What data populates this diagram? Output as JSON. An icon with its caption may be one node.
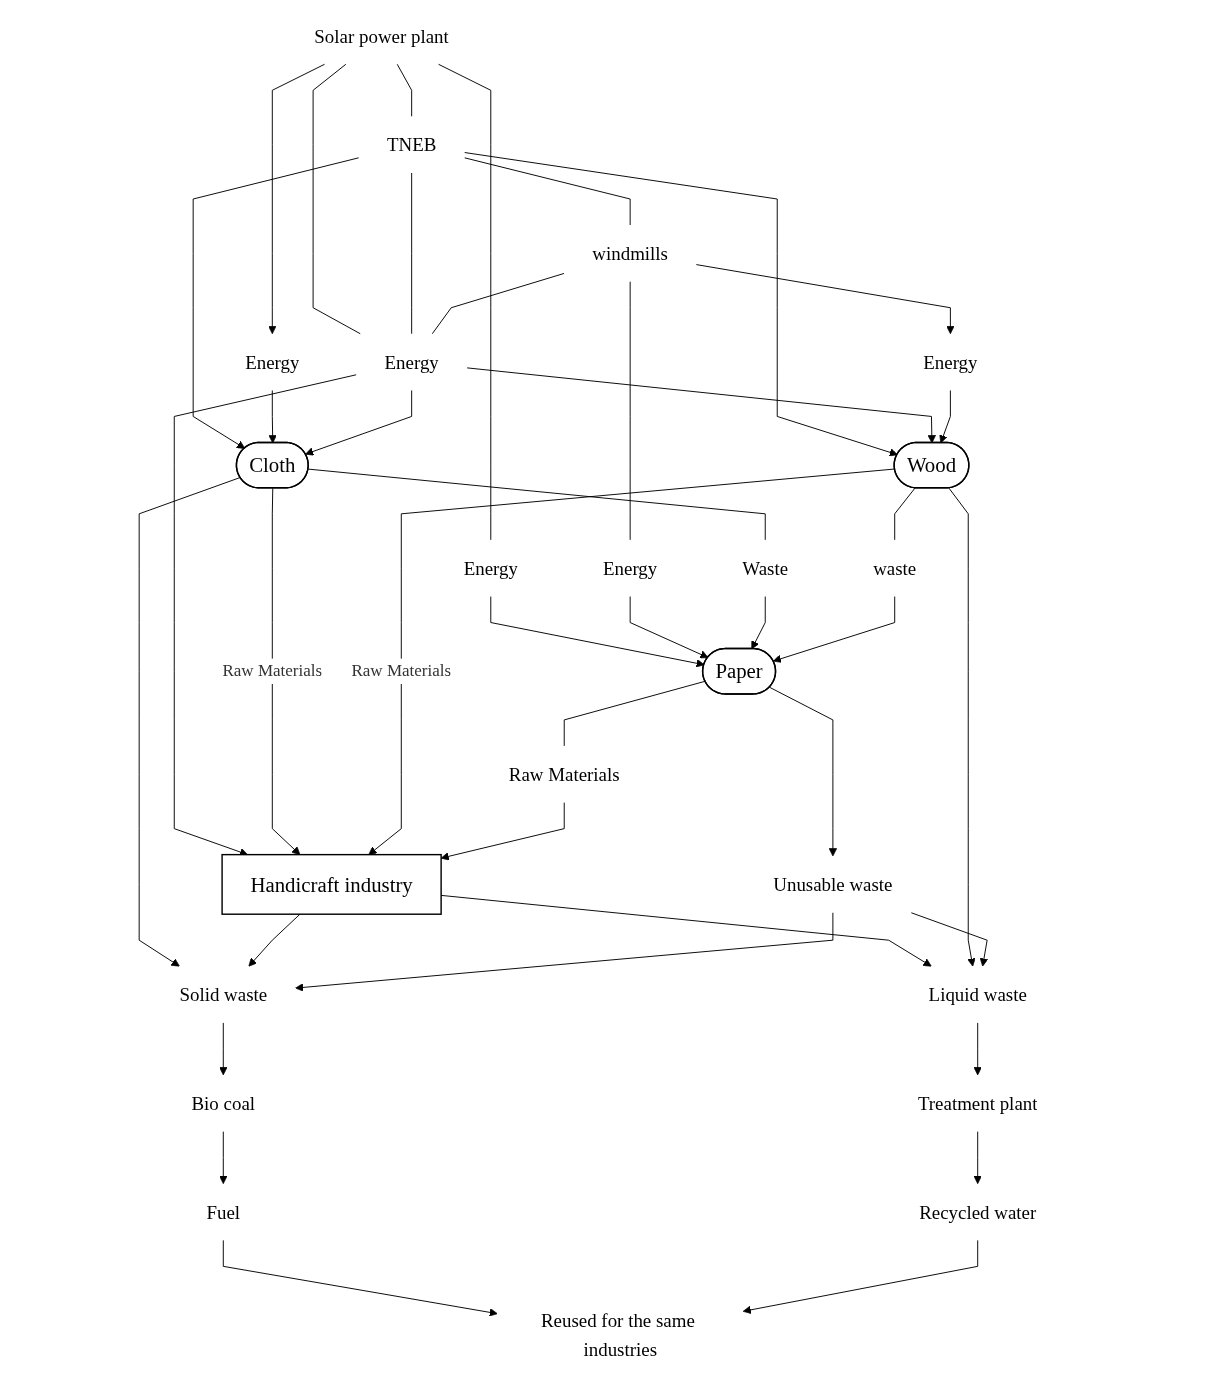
{
  "diagram": {
    "nodes": [
      {
        "text": [
          "Solar power plant"
        ]
      },
      {
        "text": [
          "TNEB"
        ]
      },
      {
        "text": [
          "windmills"
        ]
      },
      {
        "text": [
          "Energy"
        ]
      },
      {
        "text": [
          "Energy"
        ]
      },
      {
        "text": [
          "Energy"
        ]
      },
      {
        "text": [
          "Energy"
        ]
      },
      {
        "text": [
          "Energy"
        ]
      },
      {
        "text": [
          "Cloth"
        ]
      },
      {
        "text": [
          "Handicraft industry"
        ]
      },
      {
        "text": [
          "Wood"
        ]
      },
      {
        "text": [
          "Waste"
        ]
      },
      {
        "text": [
          "Raw Materials"
        ]
      },
      {
        "text": [
          "waste"
        ]
      },
      {
        "text": [
          "Paper"
        ]
      },
      {
        "text": [
          "Unusable waste"
        ]
      },
      {
        "text": [
          "Solid waste"
        ]
      },
      {
        "text": [
          "Liquid waste"
        ]
      },
      {
        "text": [
          "Bio coal"
        ]
      },
      {
        "text": [
          "Treatment plant"
        ]
      },
      {
        "text": [
          "Fuel"
        ]
      },
      {
        "text": [
          "Recycled water"
        ]
      },
      {
        "text": [
          "Reused for the same industries"
        ]
      }
    ],
    "edges": [
      {
        "from": 0,
        "to": 1,
        "arrow": "none"
      },
      {
        "from": 1,
        "to": 2,
        "arrow": "none"
      },
      {
        "from": 0,
        "to": 3,
        "arrow": "to"
      },
      {
        "from": 0,
        "to": 4,
        "arrow": "none"
      },
      {
        "from": 0,
        "to": 5,
        "arrow": "none"
      },
      {
        "from": 1,
        "to": 8,
        "arrow": "to"
      },
      {
        "from": 1,
        "to": 5,
        "arrow": "none"
      },
      {
        "from": 1,
        "to": 10,
        "arrow": "to"
      },
      {
        "from": 2,
        "to": 5,
        "arrow": "none"
      },
      {
        "from": 2,
        "to": 6,
        "arrow": "none"
      },
      {
        "from": 2,
        "to": 7,
        "arrow": "to"
      },
      {
        "from": 3,
        "to": 8,
        "arrow": "to"
      },
      {
        "from": 4,
        "to": 14,
        "arrow": "to"
      },
      {
        "from": 5,
        "to": 8,
        "arrow": "to"
      },
      {
        "from": 5,
        "to": 9,
        "arrow": "to"
      },
      {
        "from": 5,
        "to": 10,
        "arrow": "to"
      },
      {
        "from": 6,
        "to": 14,
        "arrow": "to"
      },
      {
        "from": 7,
        "to": 10,
        "arrow": "to"
      },
      {
        "from": 8,
        "to": 9,
        "arrow": "to",
        "label": "Raw Materials"
      },
      {
        "from": 10,
        "to": 9,
        "arrow": "to",
        "label": "Raw Materials"
      },
      {
        "from": 8,
        "to": 11,
        "arrow": "none"
      },
      {
        "from": 11,
        "to": 14,
        "arrow": "to"
      },
      {
        "from": 14,
        "to": 12,
        "arrow": "none"
      },
      {
        "from": 12,
        "to": 9,
        "arrow": "to"
      },
      {
        "from": 10,
        "to": 13,
        "arrow": "none"
      },
      {
        "from": 13,
        "to": 14,
        "arrow": "to"
      },
      {
        "from": 8,
        "to": 16,
        "arrow": "to"
      },
      {
        "from": 9,
        "to": 16,
        "arrow": "to"
      },
      {
        "from": 9,
        "to": 17,
        "arrow": "to"
      },
      {
        "from": 10,
        "to": 17,
        "arrow": "to"
      },
      {
        "from": 14,
        "to": 15,
        "arrow": "to"
      },
      {
        "from": 15,
        "to": 16,
        "arrow": "to"
      },
      {
        "from": 15,
        "to": 17,
        "arrow": "to"
      },
      {
        "from": 16,
        "to": 18,
        "arrow": "to"
      },
      {
        "from": 18,
        "to": 20,
        "arrow": "to"
      },
      {
        "from": 20,
        "to": 22,
        "arrow": "to"
      },
      {
        "from": 17,
        "to": 19,
        "arrow": "to"
      },
      {
        "from": 19,
        "to": 21,
        "arrow": "to"
      },
      {
        "from": 21,
        "to": 22,
        "arrow": "to"
      }
    ]
  }
}
